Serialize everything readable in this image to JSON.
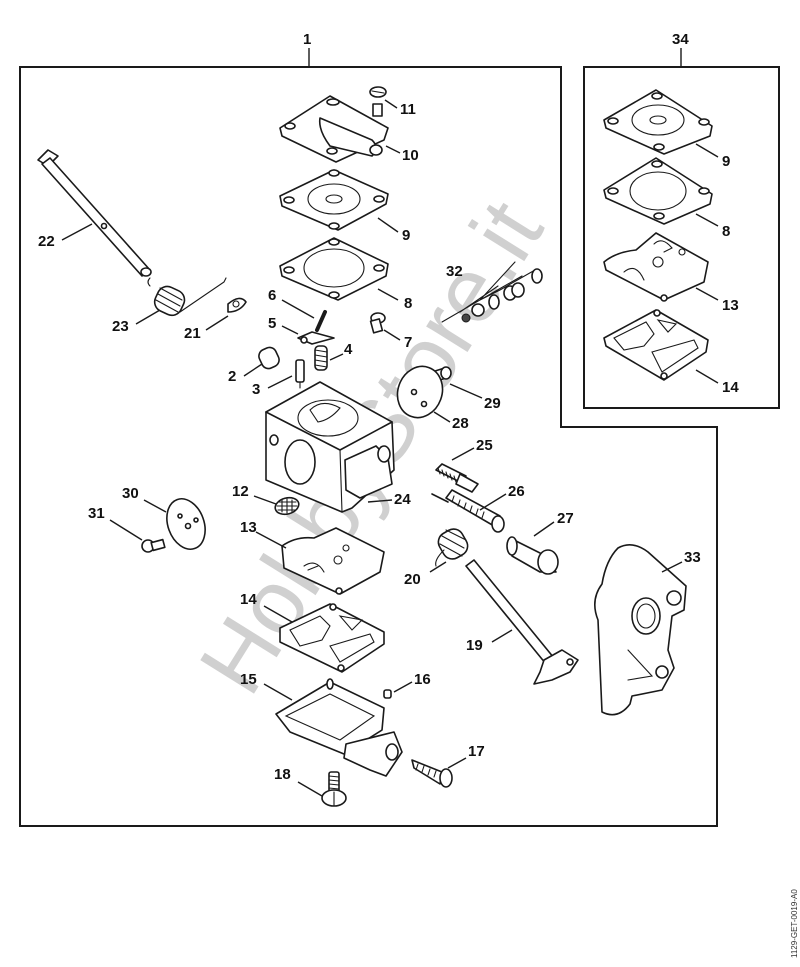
{
  "diagram": {
    "type": "exploded-parts-diagram",
    "subject": "carburetor assembly",
    "assembly_callout": "1",
    "kit_callout": "34",
    "document_code": "1129-GET-0019-A0",
    "watermark": "HobbyStore.it",
    "colors": {
      "line": "#1a1a1a",
      "watermark": "#c8c8c8",
      "background": "#ffffff"
    },
    "main_callouts": {
      "c2": "2",
      "c3": "3",
      "c4": "4",
      "c5": "5",
      "c6": "6",
      "c7": "7",
      "c8": "8",
      "c9": "9",
      "c10": "10",
      "c11": "11",
      "c12": "12",
      "c13": "13",
      "c14": "14",
      "c15": "15",
      "c16": "16",
      "c17": "17",
      "c18": "18",
      "c19": "19",
      "c20": "20",
      "c21": "21",
      "c22": "22",
      "c23": "23",
      "c24": "24",
      "c25": "25",
      "c26": "26",
      "c27": "27",
      "c28": "28",
      "c29": "29",
      "c30": "30",
      "c31": "31",
      "c32": "32",
      "c33": "33"
    },
    "kit_contents": [
      "9",
      "8",
      "13",
      "14"
    ]
  }
}
